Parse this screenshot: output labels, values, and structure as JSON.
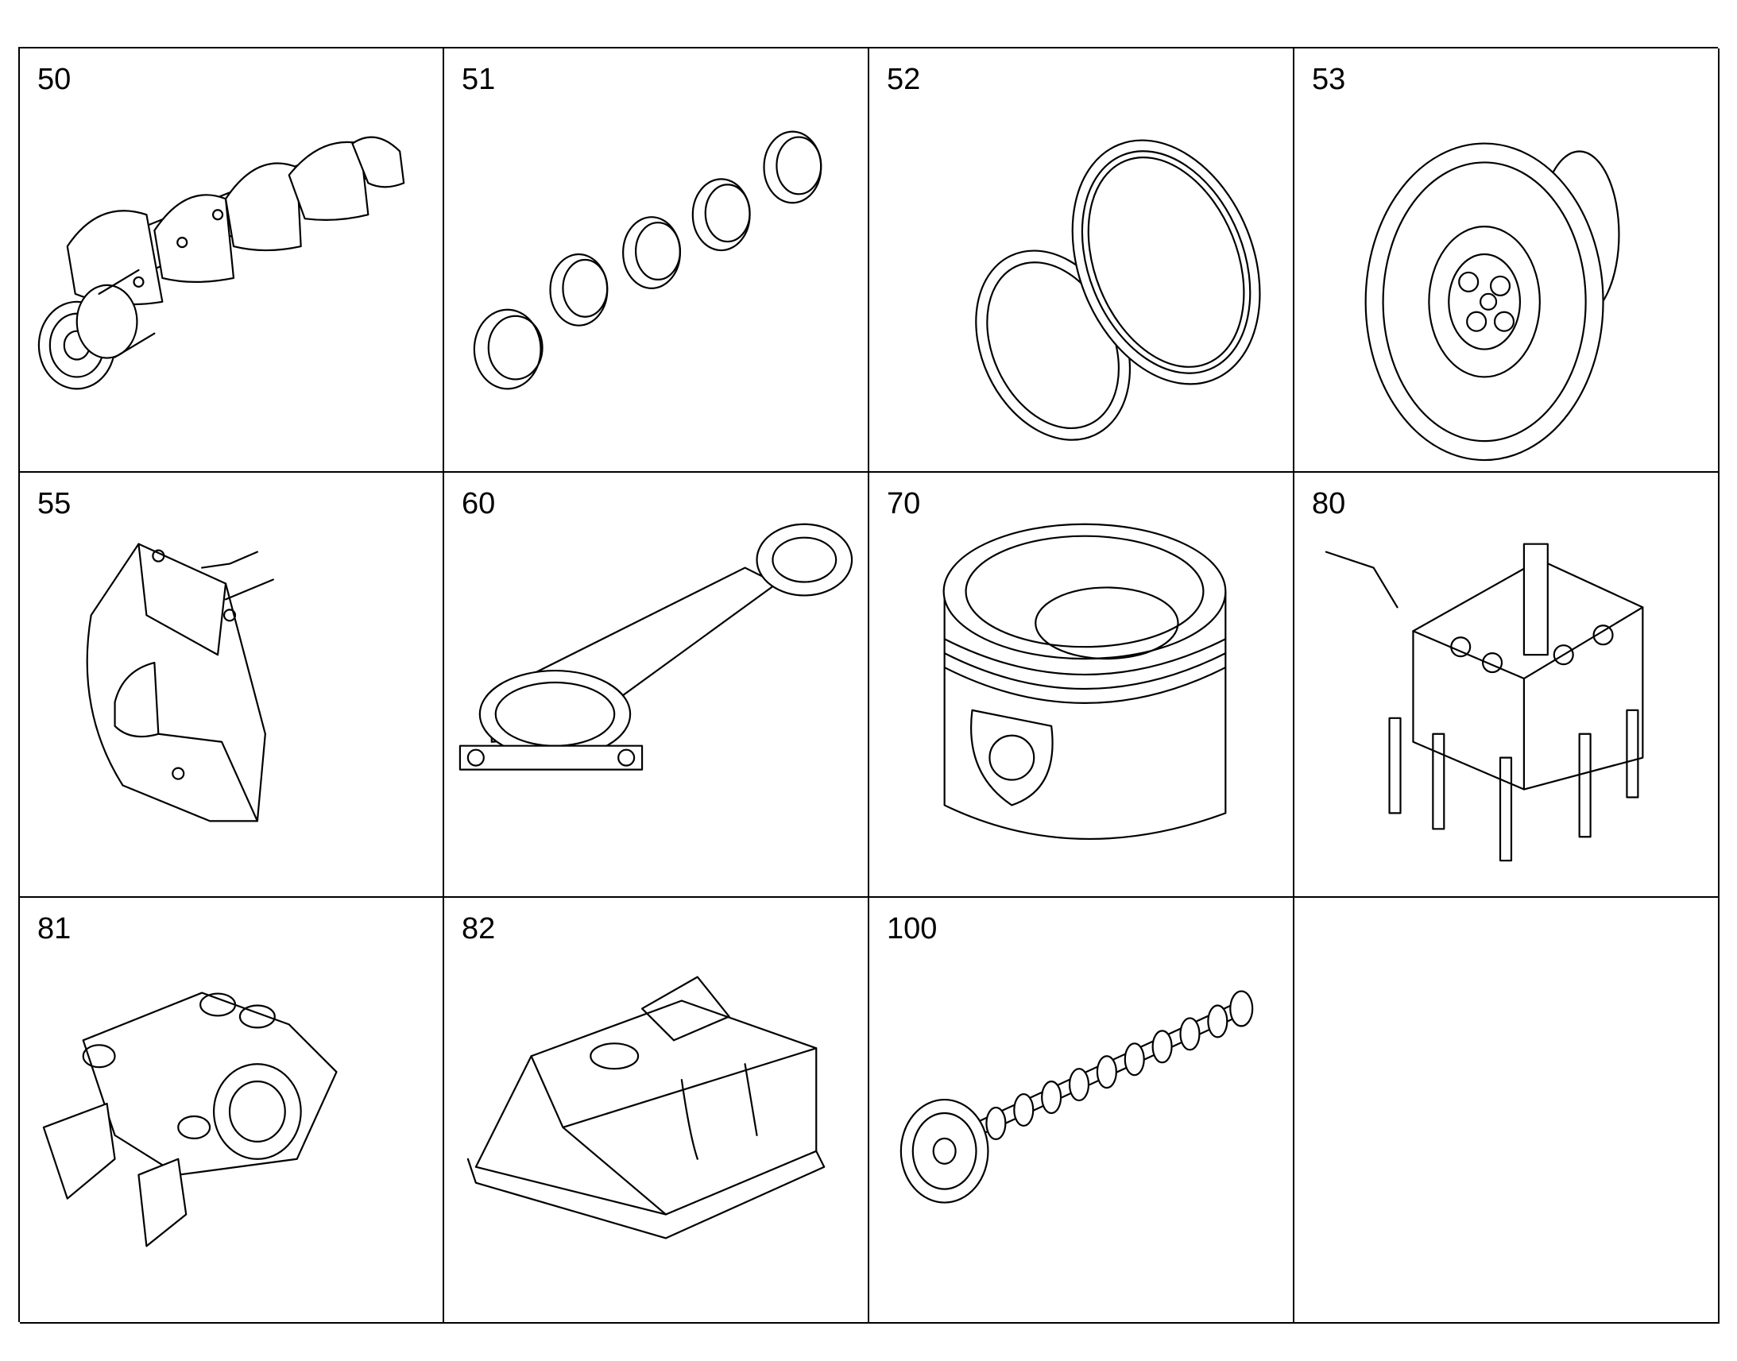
{
  "cells": [
    {
      "number": "50",
      "icon": "crankshaft-icon"
    },
    {
      "number": "51",
      "icon": "bearing-shells-icon"
    },
    {
      "number": "52",
      "icon": "shaft-seals-icon"
    },
    {
      "number": "53",
      "icon": "vibration-damper-icon"
    },
    {
      "number": "55",
      "icon": "timing-cover-icon"
    },
    {
      "number": "60",
      "icon": "connecting-rod-icon"
    },
    {
      "number": "70",
      "icon": "piston-icon"
    },
    {
      "number": "80",
      "icon": "cylinder-head-icon"
    },
    {
      "number": "81",
      "icon": "rocker-arm-icon"
    },
    {
      "number": "82",
      "icon": "valve-cover-icon"
    },
    {
      "number": "100",
      "icon": "camshaft-icon"
    },
    {
      "number": "",
      "icon": ""
    }
  ]
}
